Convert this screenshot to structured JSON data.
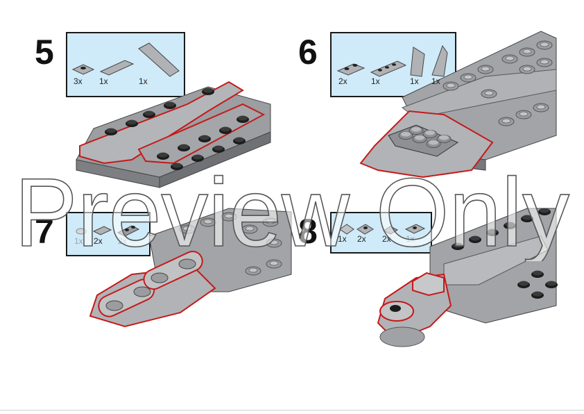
{
  "steps": [
    {
      "number": "5",
      "parts": [
        "3x",
        "1x",
        "1x"
      ]
    },
    {
      "number": "6",
      "parts": [
        "2x",
        "1x",
        "1x",
        "1x"
      ]
    },
    {
      "number": "7",
      "parts": [
        "1x",
        "2x",
        "2x"
      ]
    },
    {
      "number": "8",
      "parts": [
        "1x",
        "2x",
        "2x",
        "1x"
      ]
    }
  ],
  "watermark": {
    "text": "Preview Only"
  },
  "colors": {
    "callout_bg": "#cfeaf8",
    "brick_gray": "#a7a9ac",
    "brick_dark": "#6f7175",
    "stud_black": "#1c1c1c",
    "new_part_outline": "#cc1a1a"
  }
}
